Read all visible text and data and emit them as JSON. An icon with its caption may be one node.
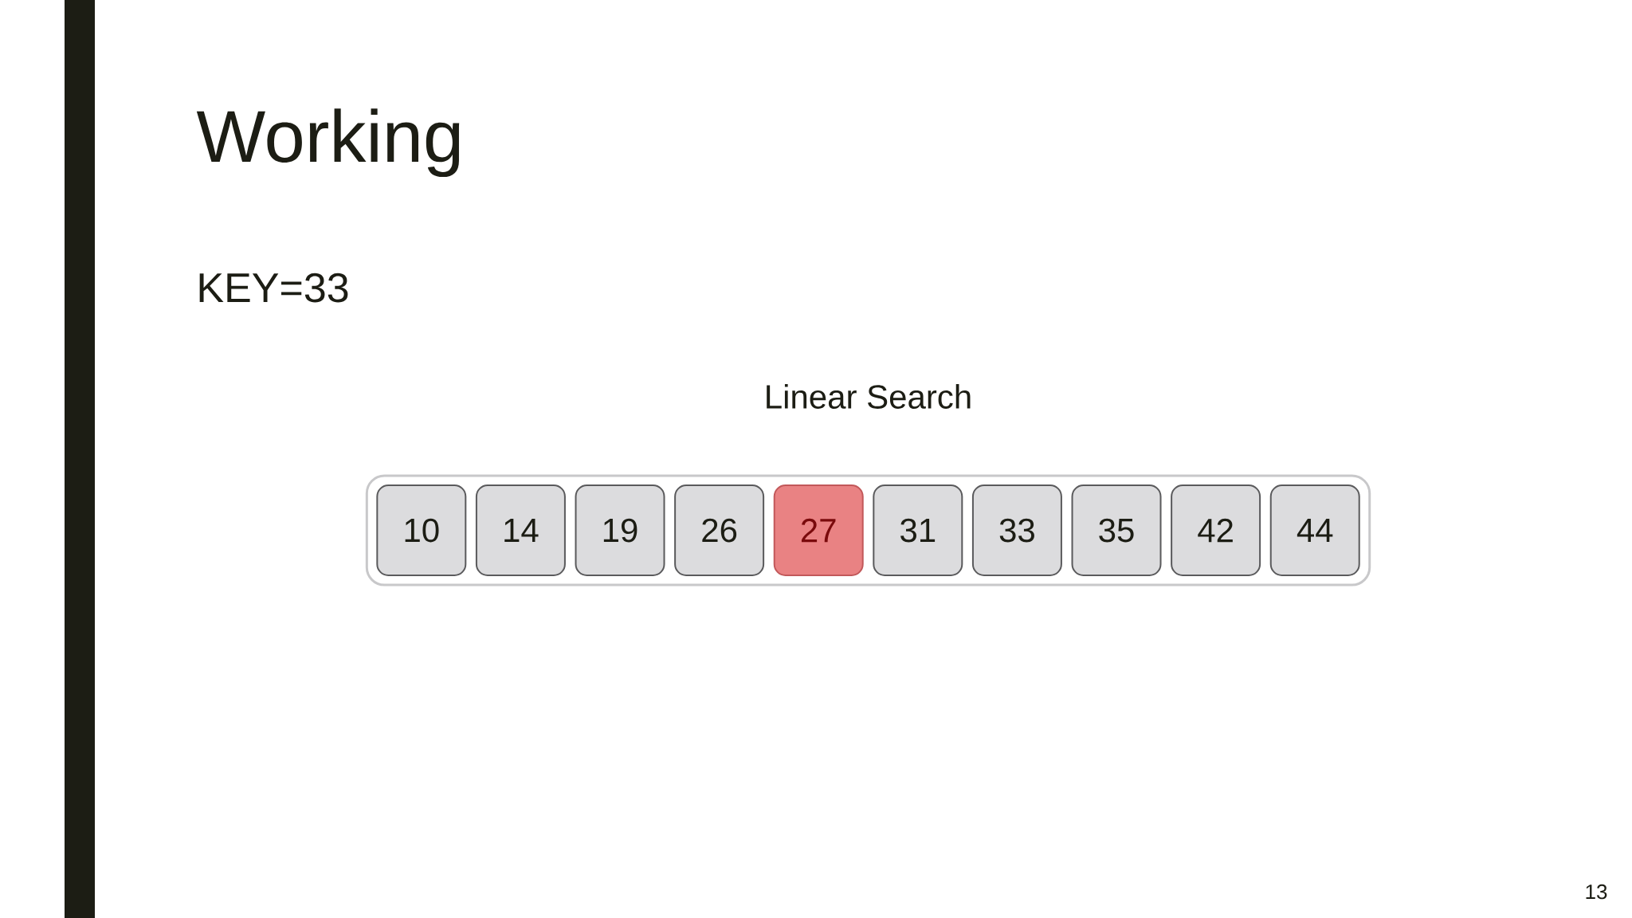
{
  "diagram": {
    "title": "Working",
    "nodes": [
      {
        "text": [],
        "shape": "bar"
      },
      {
        "text": [
          "Linear Search"
        ]
      },
      {
        "text": [
          "10"
        ],
        "in": 1
      },
      {
        "text": [
          "14"
        ],
        "in": 1
      },
      {
        "text": [
          "19"
        ],
        "in": 1
      },
      {
        "text": [
          "26"
        ],
        "in": 1
      },
      {
        "text": [
          "27"
        ],
        "in": 1
      },
      {
        "text": [
          "31"
        ],
        "in": 1
      },
      {
        "text": [
          "33"
        ],
        "in": 1
      },
      {
        "text": [
          "35"
        ],
        "in": 1
      },
      {
        "text": [
          "42"
        ],
        "in": 1
      },
      {
        "text": [
          "44"
        ],
        "in": 1
      }
    ],
    "labels": [
      "KEY=33",
      "13"
    ]
  }
}
